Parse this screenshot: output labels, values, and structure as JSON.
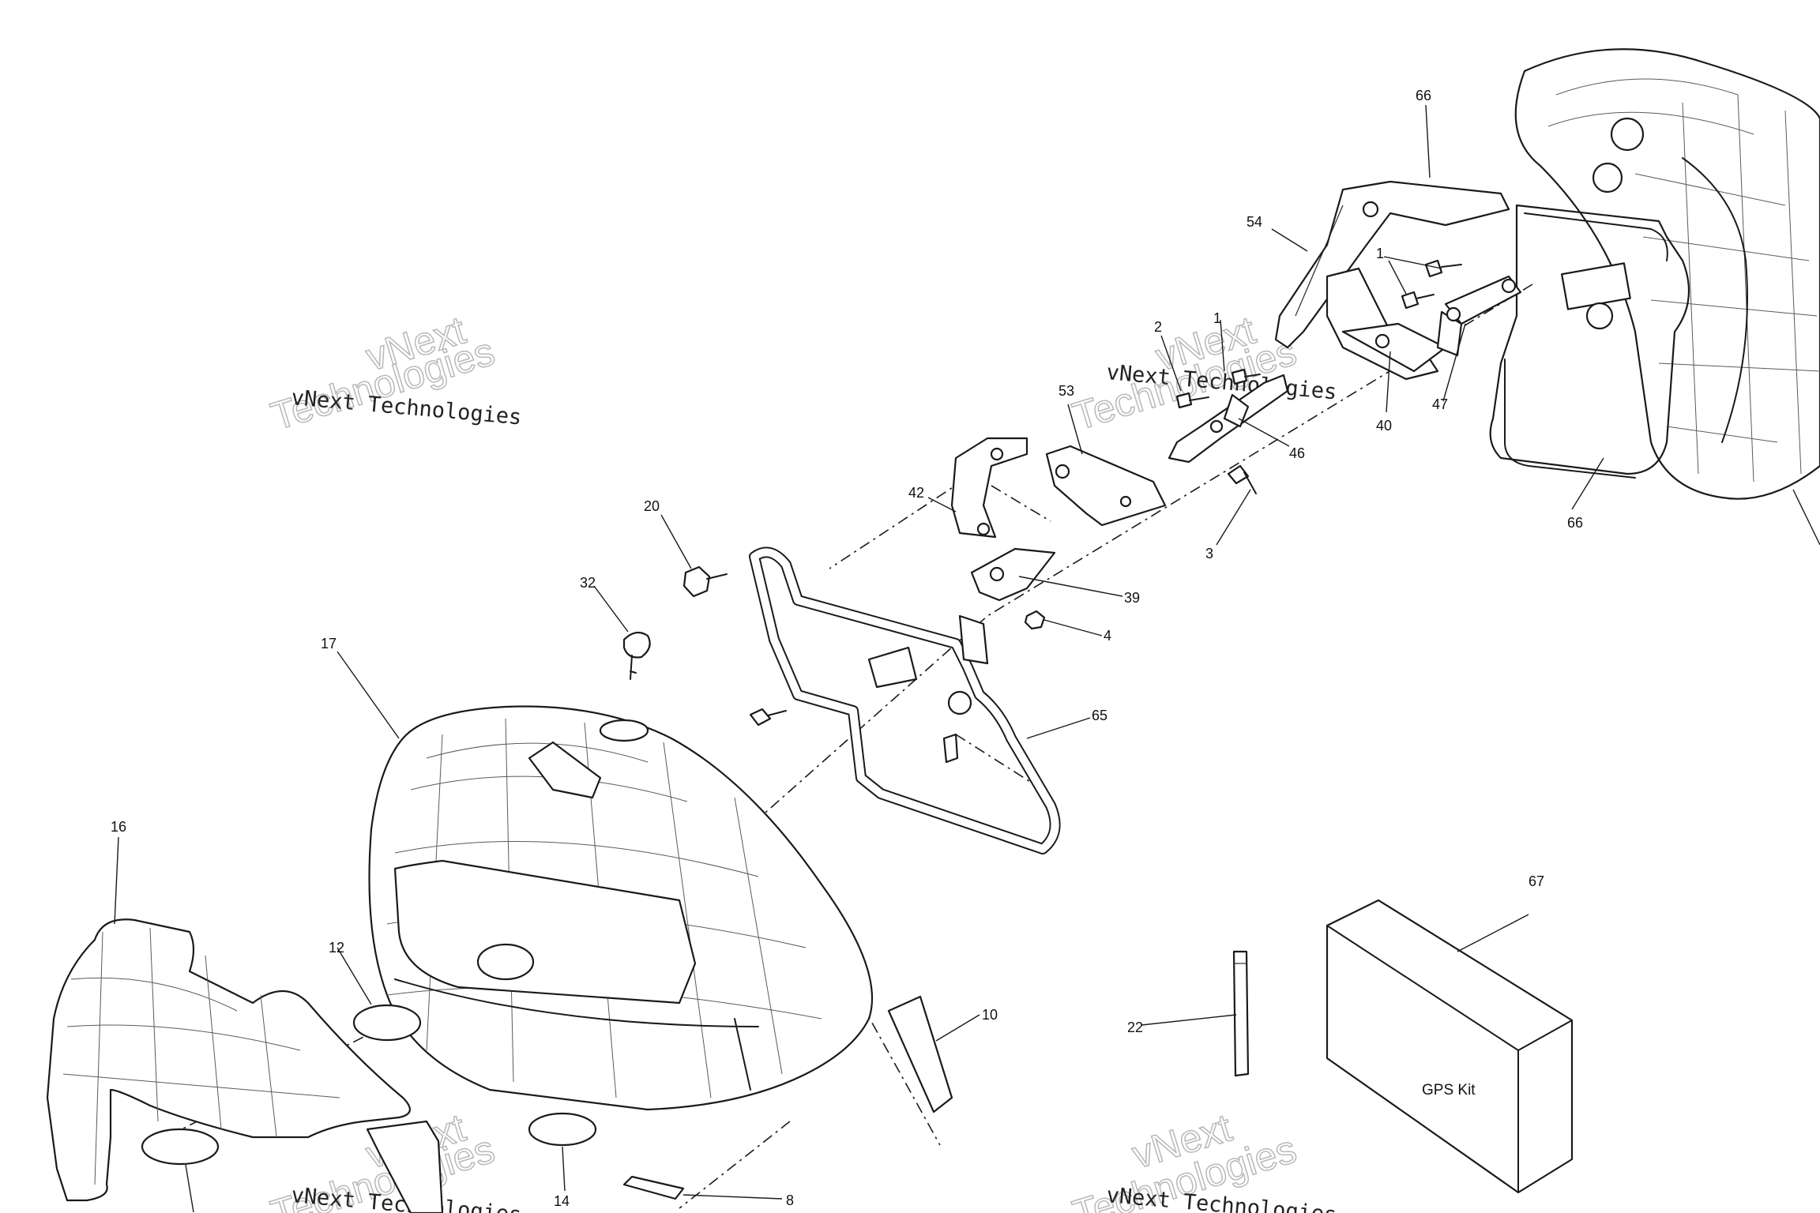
{
  "watermark": {
    "text": "vNext Technologies",
    "line1": "vNext",
    "line2": "Technologies"
  },
  "kit_box_label": "GPS Kit",
  "callouts": [
    "66",
    "54",
    "1",
    "2",
    "1",
    "53",
    "42",
    "46",
    "40",
    "47",
    "3",
    "66",
    "20",
    "39",
    "32",
    "4",
    "17",
    "65",
    "16",
    "12",
    "10",
    "67",
    "22",
    "14",
    "8"
  ]
}
